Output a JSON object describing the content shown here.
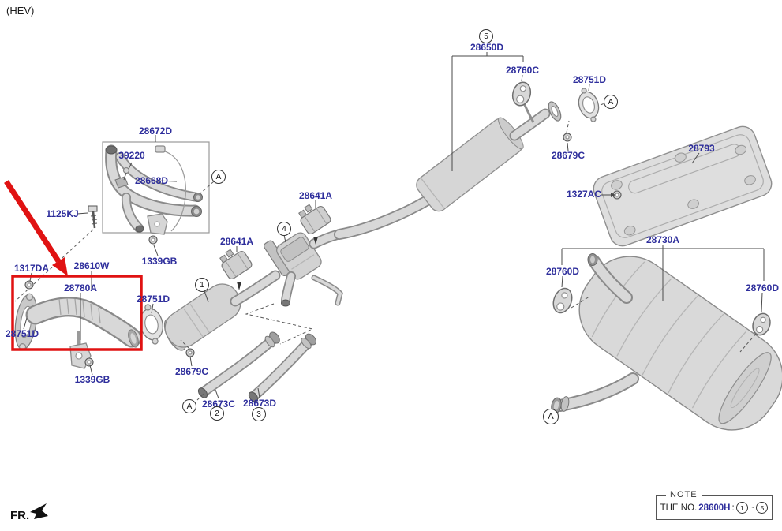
{
  "header": {
    "variant": "(HEV)"
  },
  "footer": {
    "fr": "FR."
  },
  "note": {
    "title": "NOTE",
    "prefix": "THE NO.",
    "part": "28600H",
    "separator": ":",
    "range_start": "1",
    "tilde": "~",
    "range_end": "5"
  },
  "labels": {
    "part_28672d": "28672D",
    "part_39220": "39220",
    "part_28668d": "28668D",
    "part_1125kj": "1125KJ",
    "part_1339gb_top": "1339GB",
    "part_1317da": "1317DA",
    "part_28610w": "28610W",
    "part_28780a": "28780A",
    "part_28751d_left": "28751D",
    "part_28751d_mid": "28751D",
    "part_1339gb_bottom": "1339GB",
    "part_28679c_left": "28679C",
    "part_28641a_lower": "28641A",
    "part_28641a_upper": "28641A",
    "part_28673c": "28673C",
    "part_28673d": "28673D",
    "part_28650d": "28650D",
    "part_28760c": "28760C",
    "part_28751d_right": "28751D",
    "part_28679c_right": "28679C",
    "part_28793": "28793",
    "part_1327ac": "1327AC",
    "part_28730a": "28730A",
    "part_28760d_left": "28760D",
    "part_28760d_right": "28760D"
  },
  "callouts": {
    "n1": "1",
    "n2": "2",
    "n3": "3",
    "n4": "4",
    "n5": "5",
    "letter_a": "A"
  },
  "colors": {
    "label_navy": "#2e2e9c",
    "highlight_red": "#e01212",
    "line_gray": "#8a8a8a",
    "part_fill": "#d6d6d6"
  }
}
